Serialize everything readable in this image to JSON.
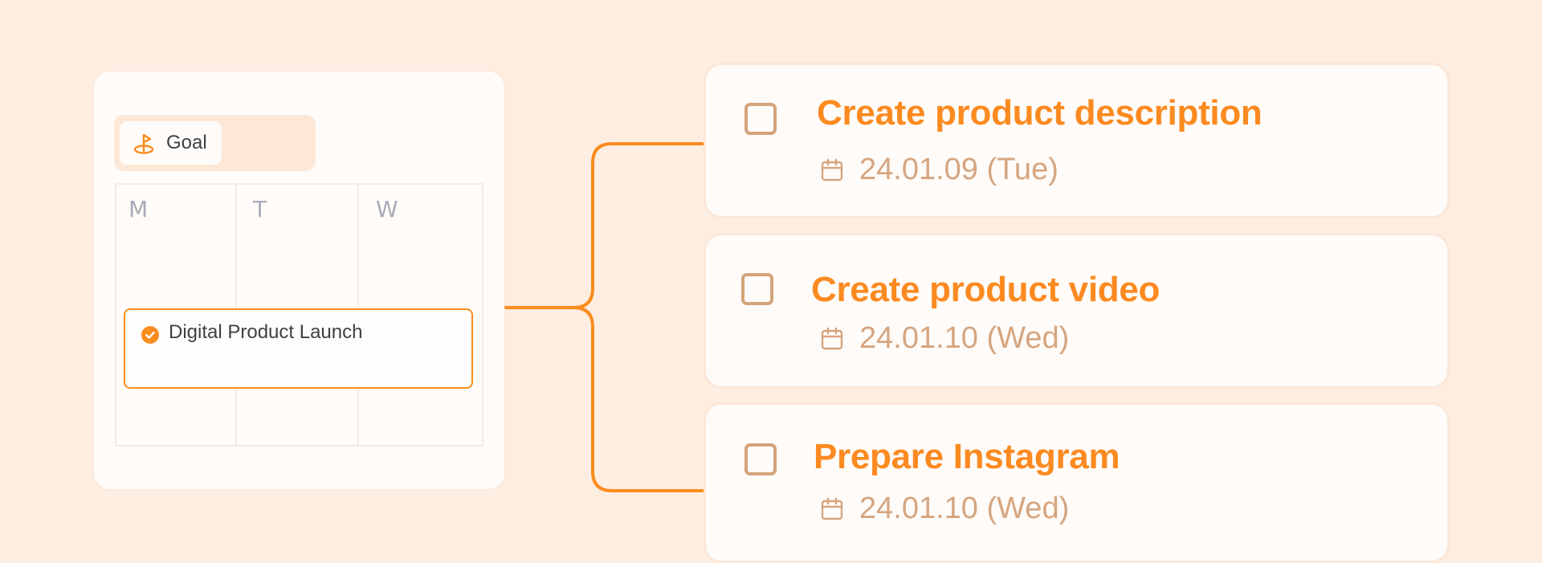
{
  "calendar": {
    "goal_label": "Goal",
    "days": [
      "M",
      "T",
      "W"
    ],
    "event_title": "Digital Product Launch"
  },
  "tasks": [
    {
      "title": "Create product description",
      "date": "24.01.09 (Tue)"
    },
    {
      "title": "Create product video",
      "date": "24.01.10 (Wed)"
    },
    {
      "title": "Prepare Instagram",
      "date": "24.01.10 (Wed)"
    }
  ],
  "colors": {
    "background": "#feeee1",
    "accent": "#fc8a20",
    "muted_brown": "#d6a57f"
  }
}
